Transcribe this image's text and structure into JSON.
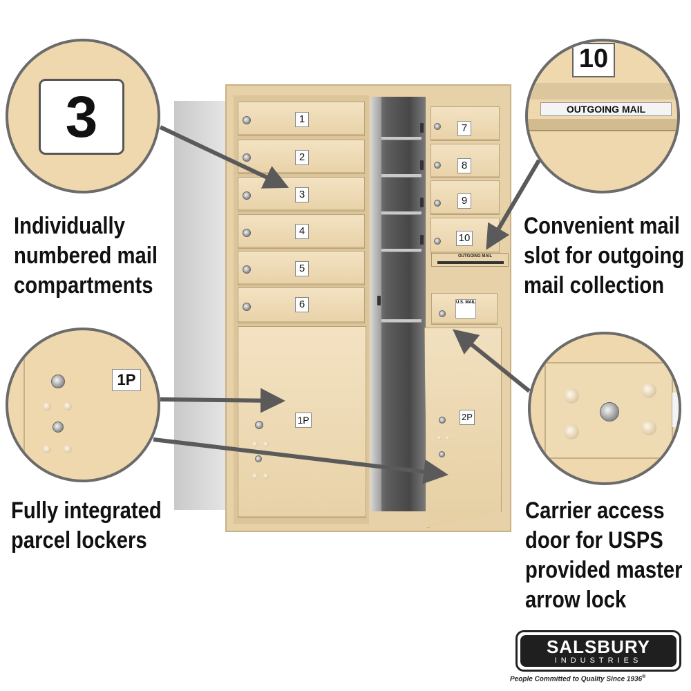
{
  "mailbox": {
    "compartments": [
      "1",
      "2",
      "3",
      "4",
      "5",
      "6",
      "7",
      "8",
      "9",
      "10"
    ],
    "parcel_lockers": [
      "1P",
      "2P"
    ],
    "slot_label": "OUTGOING MAIL",
    "usps_label": "U.S. MAIL",
    "color": "#efdcb6"
  },
  "callouts": {
    "numbered": {
      "zoom_number": "3",
      "lines": [
        "Individually",
        "numbered mail",
        "compartments"
      ]
    },
    "outgoing": {
      "zoom_number": "10",
      "zoom_label": "OUTGOING MAIL",
      "lines": [
        "Convenient mail",
        "slot for outgoing",
        "mail collection"
      ]
    },
    "parcel": {
      "zoom_label": "1P",
      "lines": [
        "Fully integrated",
        "parcel lockers"
      ]
    },
    "carrier": {
      "lines": [
        "Carrier access",
        "door for USPS",
        "provided master",
        "arrow lock"
      ]
    }
  },
  "brand": {
    "name": "SALSBURY",
    "subtitle": "INDUSTRIES",
    "tagline": "People Committed to Quality Since 1936",
    "registered": "®"
  }
}
